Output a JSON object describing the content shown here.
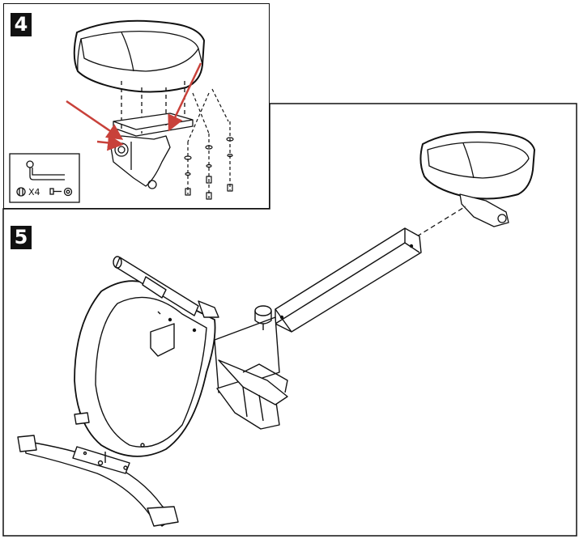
{
  "steps": [
    {
      "number": "4"
    },
    {
      "number": "5"
    }
  ],
  "tool_box": {
    "quantity_label": "X4"
  },
  "colors": {
    "line": "#111111",
    "arrow": "#c8413a",
    "badge_bg": "#111111",
    "badge_text": "#ffffff"
  },
  "icons": [
    "allen-key-icon",
    "bolt-icon",
    "washer-icon",
    "lock-washer-icon",
    "arrow-icon"
  ]
}
